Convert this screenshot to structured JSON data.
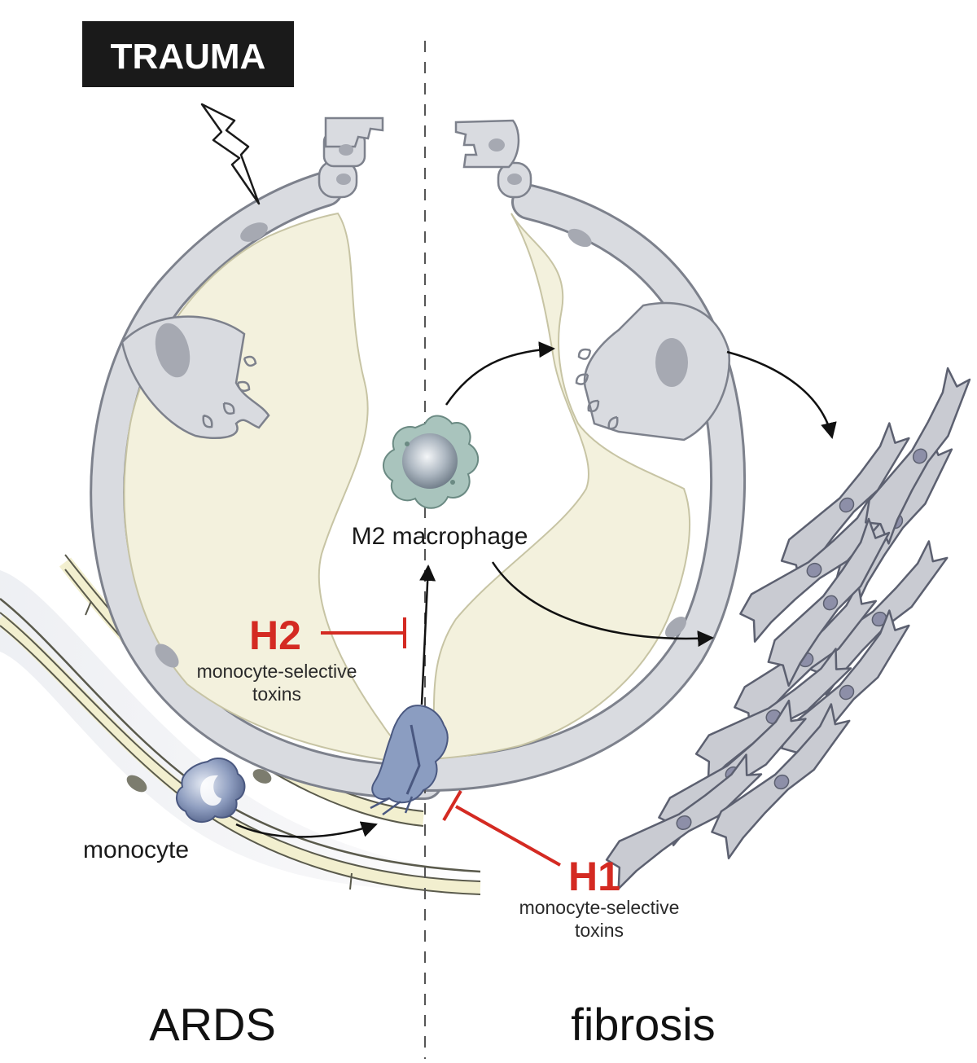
{
  "labels": {
    "trauma": "TRAUMA",
    "m2_macrophage": "M2 macrophage",
    "monocyte": "monocyte",
    "h1": "H1",
    "h1_desc_line1": "monocyte-selective",
    "h1_desc_line2": "toxins",
    "h2": "H2",
    "h2_desc_line1": "monocyte-selective",
    "h2_desc_line2": "toxins",
    "left_panel": "ARDS",
    "right_panel": "fibrosis"
  },
  "colors": {
    "inhibitor_red": "#d42a22",
    "epithelium_gray": "#d9dbe0",
    "lumen_cream": "#f3f1dd",
    "cell_blue": "#8b9dc1",
    "macrophage_teal": "#a9c4bd",
    "fibroblast_gray": "#c9cbd2"
  },
  "icons": [
    "lightning-bolt-icon",
    "monocyte-cell-icon",
    "macrophage-cell-icon",
    "fibroblast-cluster-icon"
  ]
}
